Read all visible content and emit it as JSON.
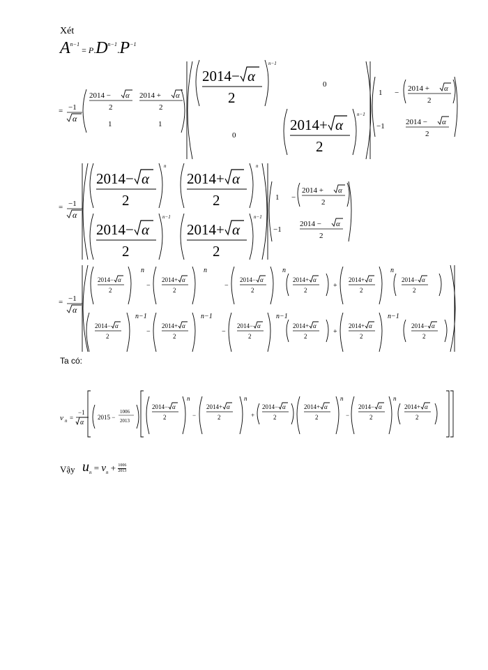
{
  "doc": {
    "intro_word": "Xét",
    "consider_word": "Ta có:",
    "conclusion_word": "Vậy",
    "symbols": {
      "A": "A",
      "P": "P",
      "D": "D",
      "n": "n",
      "exp_n_minus_1": "n−1",
      "exp_minus_1": "−1",
      "alpha": "α",
      "minus_one": "−1",
      "zero": "0",
      "one": "1",
      "two": "2",
      "v": "v",
      "u": "u",
      "year_a": "2014",
      "year_b": "2015",
      "frac_num": "1006",
      "frac_den": "2013"
    }
  }
}
